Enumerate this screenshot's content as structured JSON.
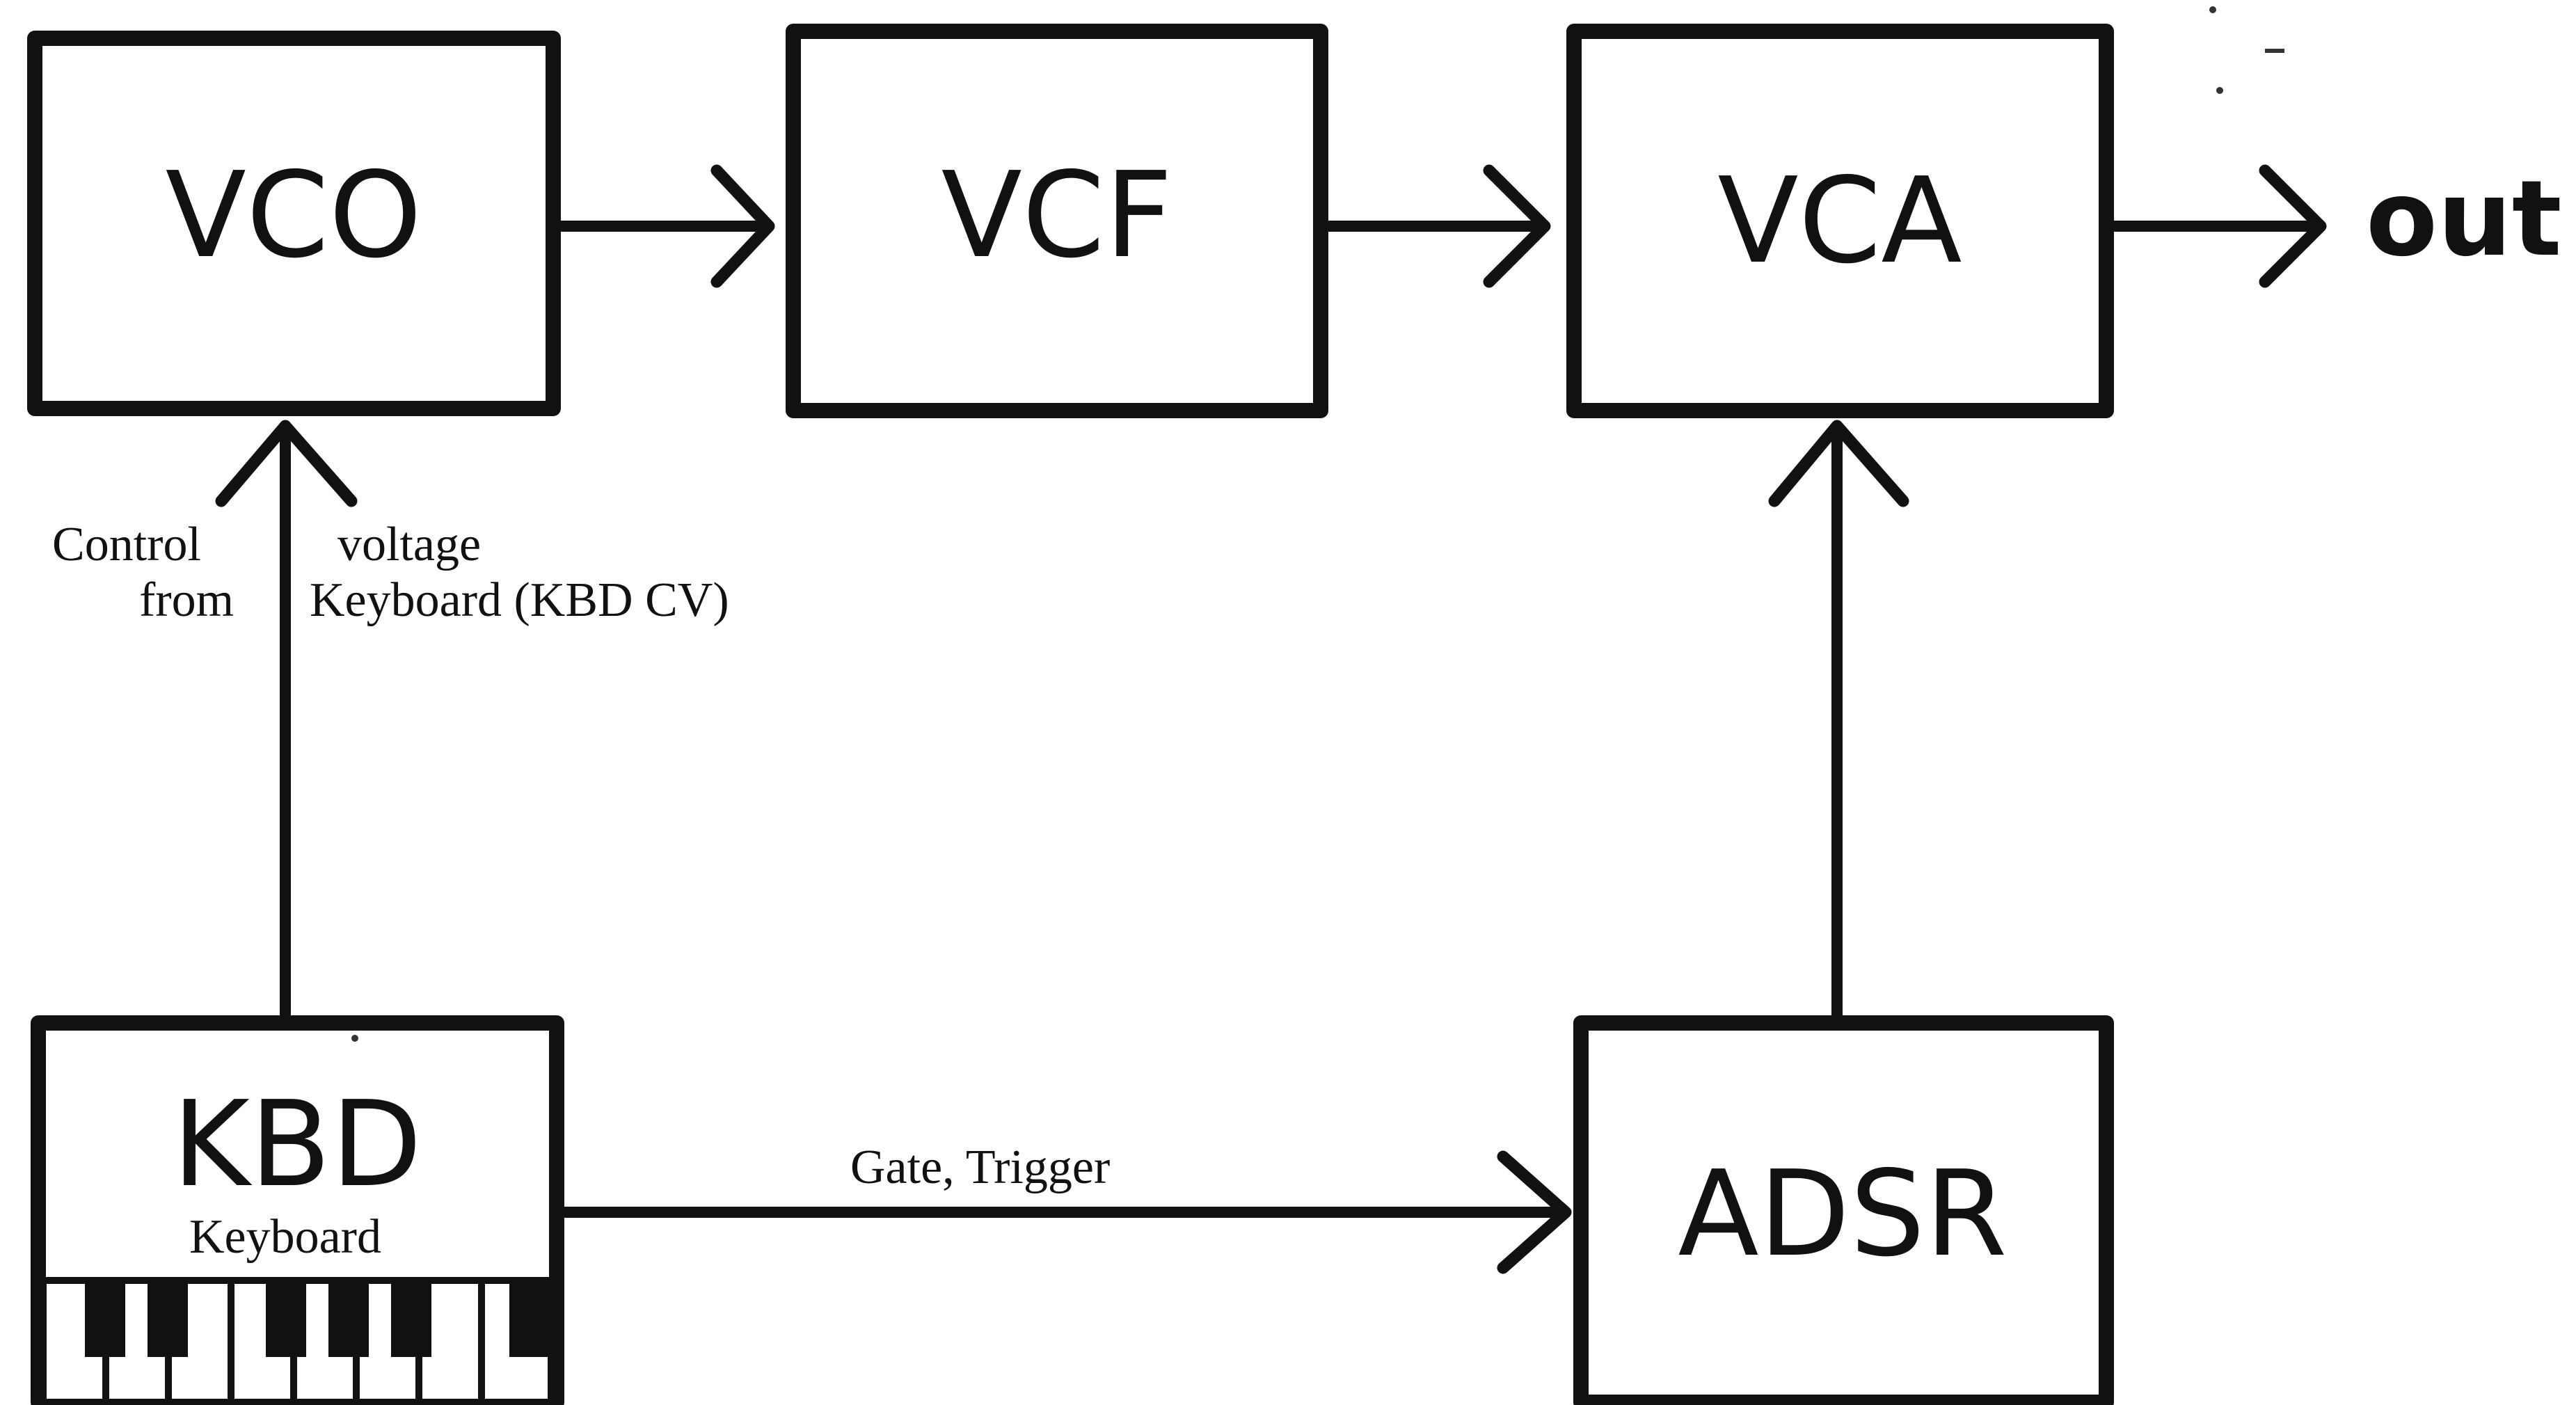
{
  "blocks": {
    "vco": "VCO",
    "vcf": "VCF",
    "vca": "VCA",
    "kbd": "KBD",
    "kbd_sub": "Keyboard",
    "adsr": "ADSR"
  },
  "output_label": "out",
  "labels": {
    "cv_line1_left": "Control",
    "cv_line1_right": "voltage",
    "cv_line2_left": "from",
    "cv_line2_right": "Keyboard (KBD CV)",
    "gate_trigger": "Gate,  Trigger"
  }
}
